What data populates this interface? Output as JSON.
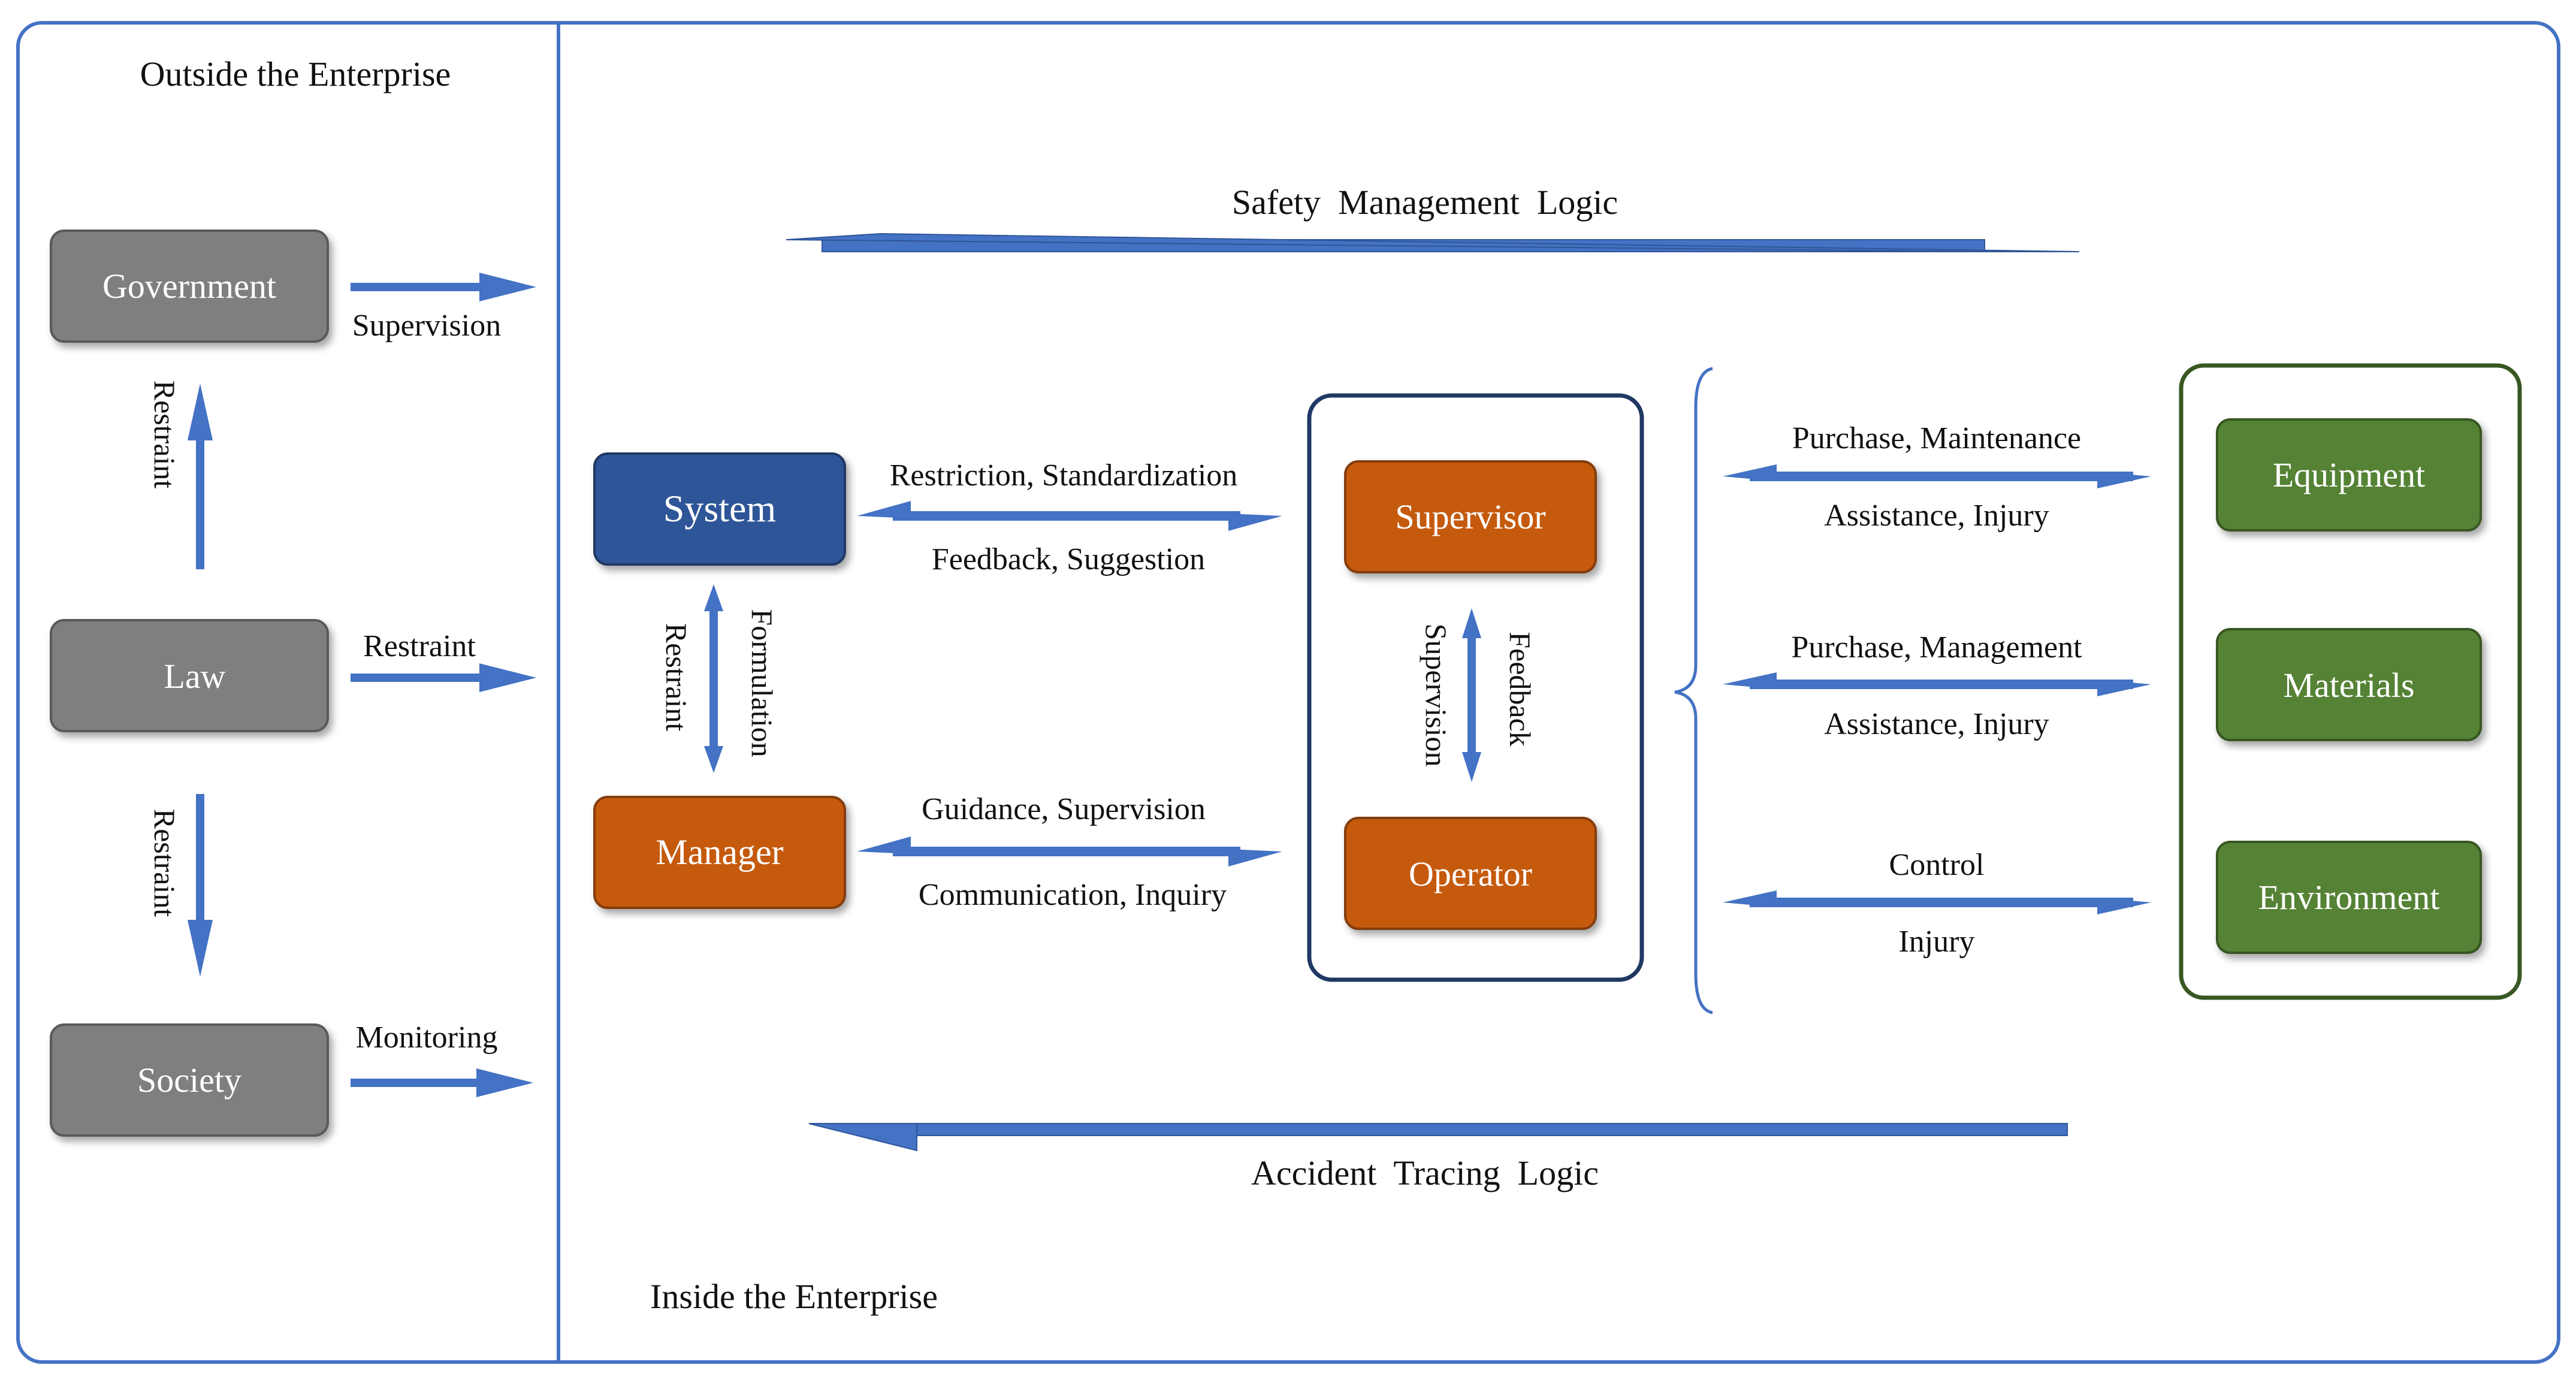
{
  "sections": {
    "outside": "Outside the Enterprise",
    "inside": "Inside the Enterprise"
  },
  "external": {
    "government": "Government",
    "law": "Law",
    "society": "Society",
    "supervision": "Supervision",
    "restraint_law": "Restraint",
    "monitoring": "Monitoring",
    "restraint_up": "Restraint",
    "restraint_down": "Restraint"
  },
  "logic": {
    "safety": "Safety  Management  Logic",
    "accident": "Accident  Tracing  Logic"
  },
  "internal": {
    "system": "System",
    "manager": "Manager",
    "supervisor": "Supervisor",
    "operator": "Operator",
    "restriction": "Restriction, Standardization",
    "feedback_suggestion": "Feedback, Suggestion",
    "guidance": "Guidance, Supervision",
    "communication": "Communication, Inquiry",
    "restraint_vert": "Restraint",
    "formulation": "Formulation",
    "supervision_vert": "Supervision",
    "feedback_vert": "Feedback"
  },
  "resources": {
    "equipment": "Equipment",
    "materials": "Materials",
    "environment": "Environment",
    "purchase_maintenance": "Purchase, Maintenance",
    "assistance_injury_1": "Assistance, Injury",
    "purchase_management": "Purchase, Management",
    "assistance_injury_2": "Assistance, Injury",
    "control": "Control",
    "injury": "Injury"
  },
  "colors": {
    "frame": "#4472c4",
    "arrow": "#4472c4",
    "gray_box": "#7f7f7f",
    "blue_box": "#2f5597",
    "orange_box": "#c55a11",
    "green_box": "#548235",
    "green_frame": "#385723",
    "navy_frame": "#203864"
  }
}
